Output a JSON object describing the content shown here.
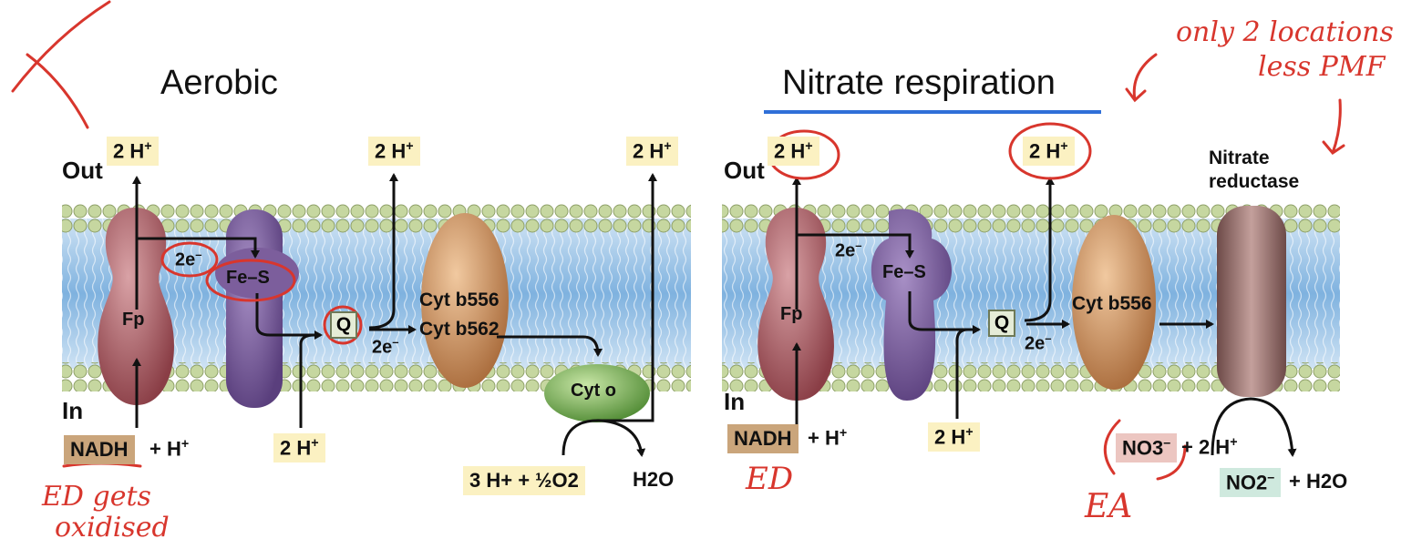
{
  "panels": {
    "aerobic": {
      "title": "Aerobic",
      "out_label": "Out",
      "in_label": "In",
      "proton_out_fp": "2 H",
      "proton_out_q": "2 H",
      "proton_out_cyto": "2 H",
      "electrons_fp_fes": "2e",
      "fp_label": "Fp",
      "fes_label": "Fe–S",
      "q_label": "Q",
      "electrons_q": "2e",
      "cyt_b556": "Cyt b556",
      "cyt_b562": "Cyt b562",
      "cyt_o": "Cyt o",
      "nadh": "NADH",
      "plus_h": "+ H",
      "proton_in_q": "2 H",
      "oxygen_input": "3 H+ + ½O2",
      "water_output": "H2O"
    },
    "nitrate": {
      "title": "Nitrate respiration",
      "out_label": "Out",
      "in_label": "In",
      "proton_out_fp": "2 H",
      "proton_out_q": "2 H",
      "enzyme_label_line1": "Nitrate",
      "enzyme_label_line2": "reductase",
      "electrons_fp_fes": "2e",
      "fp_label": "Fp",
      "fes_label": "Fe–S",
      "q_label": "Q",
      "electrons_q": "2e",
      "cyt_b556": "Cyt b556",
      "nadh": "NADH",
      "plus_h": "+ H",
      "proton_in_q": "2 H",
      "nitrate_input": "NO3",
      "nitrate_plus": "+ 2 H",
      "nitrite_output": "NO2",
      "water_plus": "+ H2O"
    }
  },
  "annotations": {
    "ed_gets_line1": "ED gets",
    "ed_gets_line2": "oxidised",
    "ed_right": "ED",
    "ea": "EA",
    "only_line1": "only 2 locations",
    "only_line2": "less PMF"
  },
  "colors": {
    "membrane_blue": "#a9cbe8",
    "head_green": "#c6d7a0",
    "fp_color": "#a6555c",
    "fes_color": "#7c5e9c",
    "cyt_b_color": "#c98a55",
    "cyt_o_color": "#79b152",
    "reductase_color": "#8a6260",
    "annotation_red": "#d8362d",
    "underline_blue": "#2f6fd8"
  }
}
